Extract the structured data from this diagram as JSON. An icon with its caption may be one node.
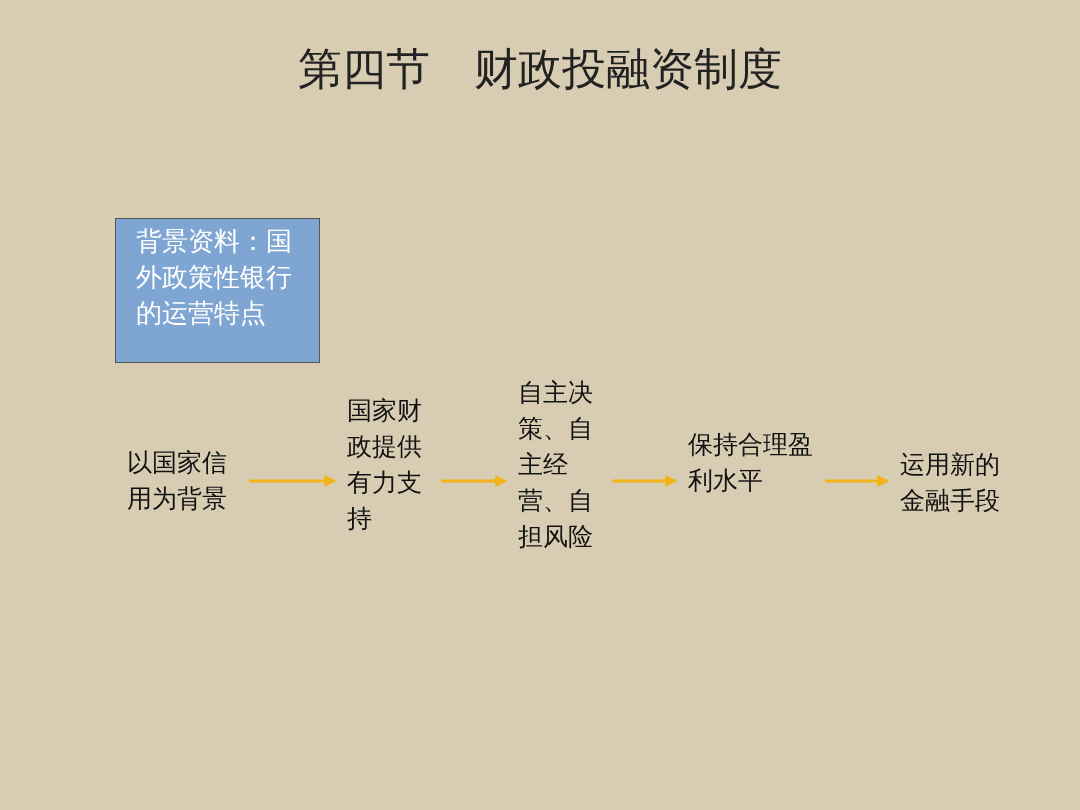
{
  "diagram": {
    "title": "第四节　财政投融资制度",
    "nodes": [
      {
        "text": [
          "背景资料：国外政策性银行的运营特点"
        ]
      },
      {
        "text": [
          "以国家信用为背景"
        ]
      },
      {
        "text": [
          "国家财政提供有力支持"
        ]
      },
      {
        "text": [
          "自主决策、自主经营、自担风险"
        ]
      },
      {
        "text": [
          "保持合理盈利水平"
        ]
      },
      {
        "text": [
          "运用新的金融手段"
        ]
      }
    ],
    "edges": [
      {
        "from": 1,
        "to": 2,
        "arrow": "to"
      },
      {
        "from": 2,
        "to": 3,
        "arrow": "to"
      },
      {
        "from": 3,
        "to": 4,
        "arrow": "to"
      },
      {
        "from": 4,
        "to": 5,
        "arrow": "to"
      }
    ]
  }
}
